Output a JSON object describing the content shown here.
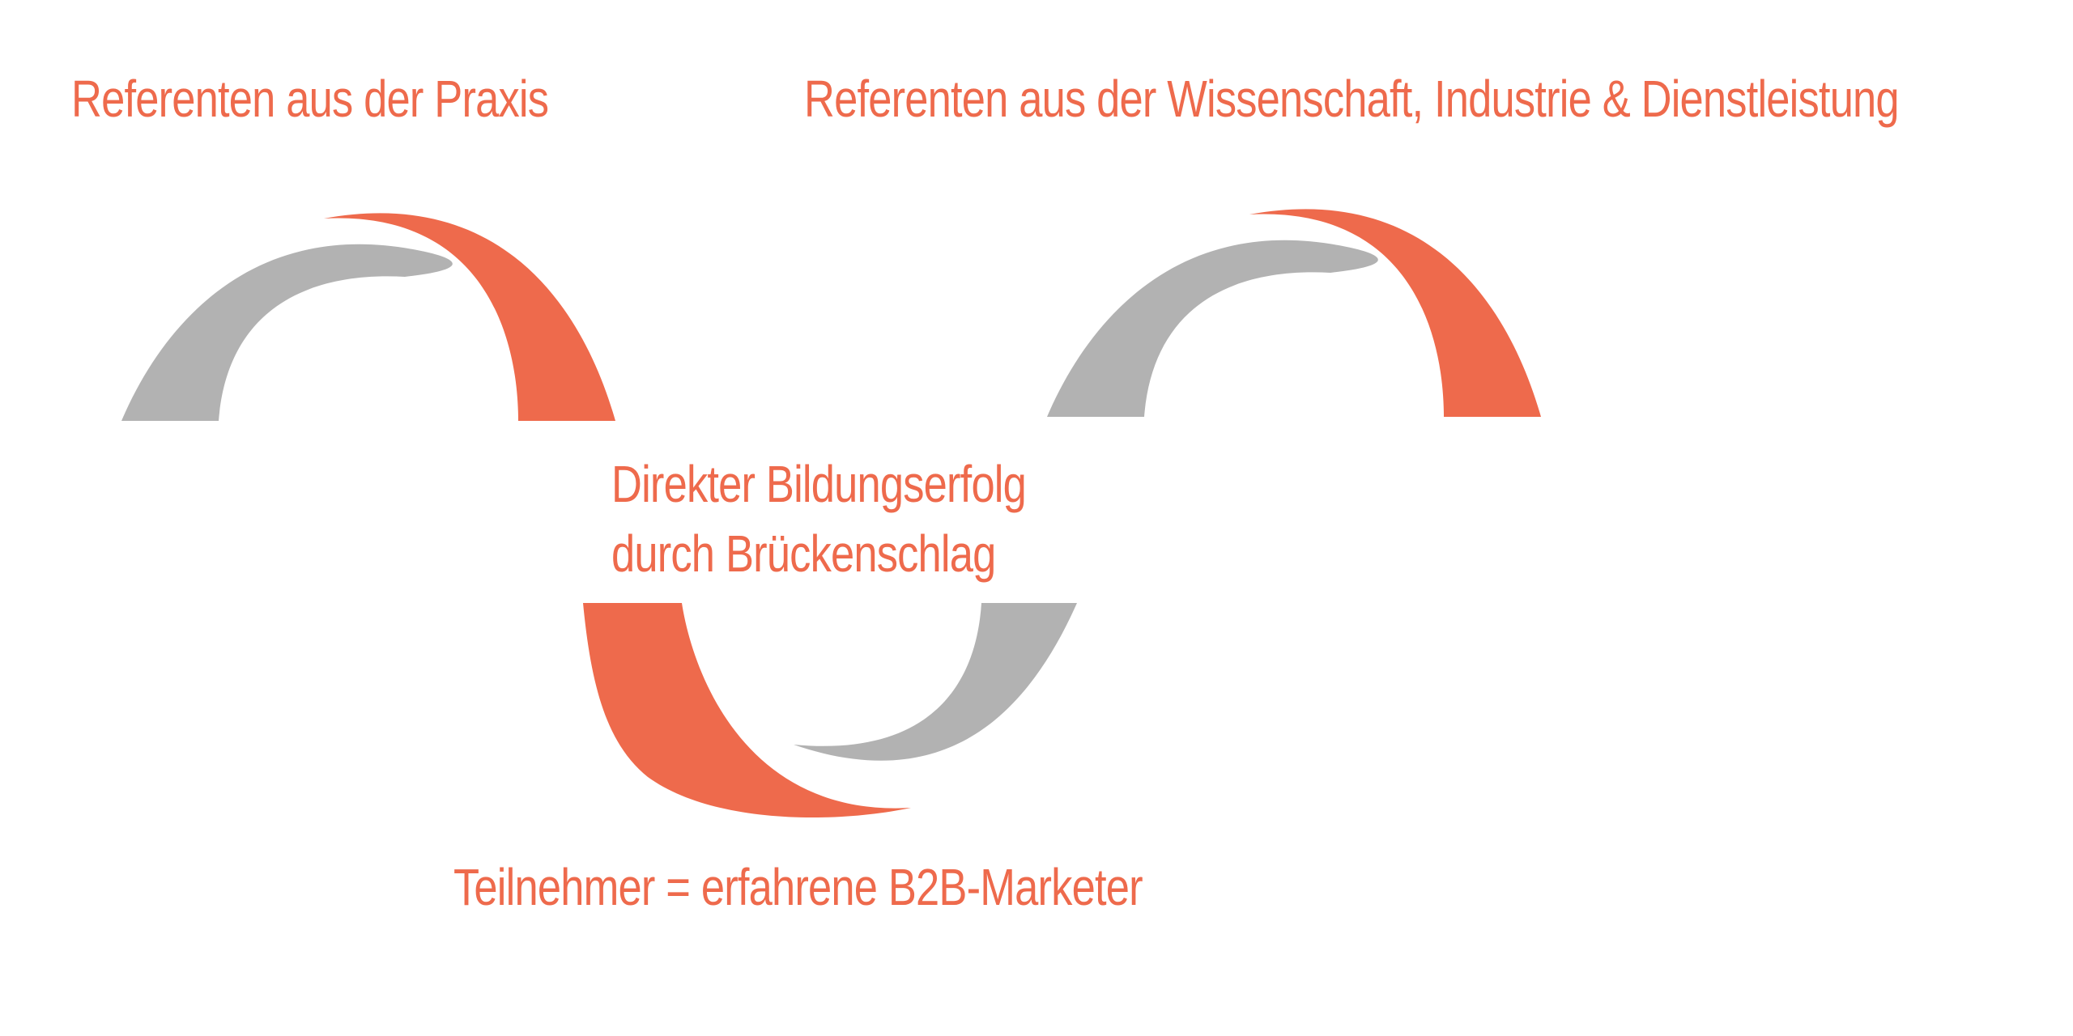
{
  "colors": {
    "accent": "#ee6a4c",
    "gray": "#b2b2b2",
    "background": "#ffffff"
  },
  "labels": {
    "practice_speakers": "Referenten aus der Praxis",
    "science_speakers": "Referenten aus der Wissenschaft, Industrie & Dienstleistung",
    "center_line1": "Direkter Bildungserfolg",
    "center_line2": "durch Brückenschlag",
    "participants": "Teilnehmer = erfahrene B2B-Marketer"
  }
}
